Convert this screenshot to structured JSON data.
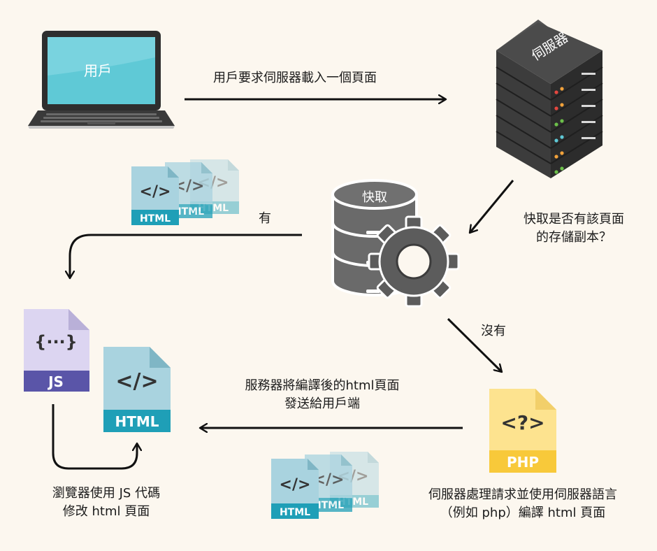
{
  "colors": {
    "background": "#fcf7ef",
    "html_file": "#a9d3df",
    "html_band": "#1f9fb7",
    "js_file": "#dcd5f1",
    "js_band": "#5a55a8",
    "php_file": "#fde38f",
    "php_band": "#f8c93a",
    "laptop_screen": "#5fc9d6",
    "server_body": "#3c3c3c",
    "db_body": "#5f5f5f",
    "arrow": "#111111"
  },
  "nodes": {
    "user_laptop_label": "用戶",
    "server_label": "伺服器",
    "cache_label": "快取",
    "js_file_label": "JS",
    "js_file_glyph": "{···}",
    "html_file_label": "HTML",
    "html_file_glyph": "</>",
    "php_file_label": "PHP",
    "php_file_glyph": "<?>",
    "html_stack_label": "HTML",
    "html_stack_glyph": "</>"
  },
  "edges": {
    "request": "用戶要求伺服器載入一個頁面",
    "cache_question": [
      "快取是否有該頁面",
      "的存儲副本？"
    ],
    "yes": "有",
    "no": "沒有",
    "response": [
      "服務器將編譯後的html頁面",
      "發送給用戶端"
    ]
  },
  "notes": {
    "browser_js": [
      "瀏覽器使用 JS 代碼",
      "修改 html 頁面"
    ],
    "server_compile": [
      "伺服器處理請求並使用伺服器語言",
      "（例如 php）編譯 html 頁面"
    ]
  },
  "icons": {
    "laptop": "laptop-icon",
    "server": "server-rack-icon",
    "cache": "database-gear-icon",
    "js": "js-file-icon",
    "html": "html-file-icon",
    "php": "php-file-icon"
  }
}
